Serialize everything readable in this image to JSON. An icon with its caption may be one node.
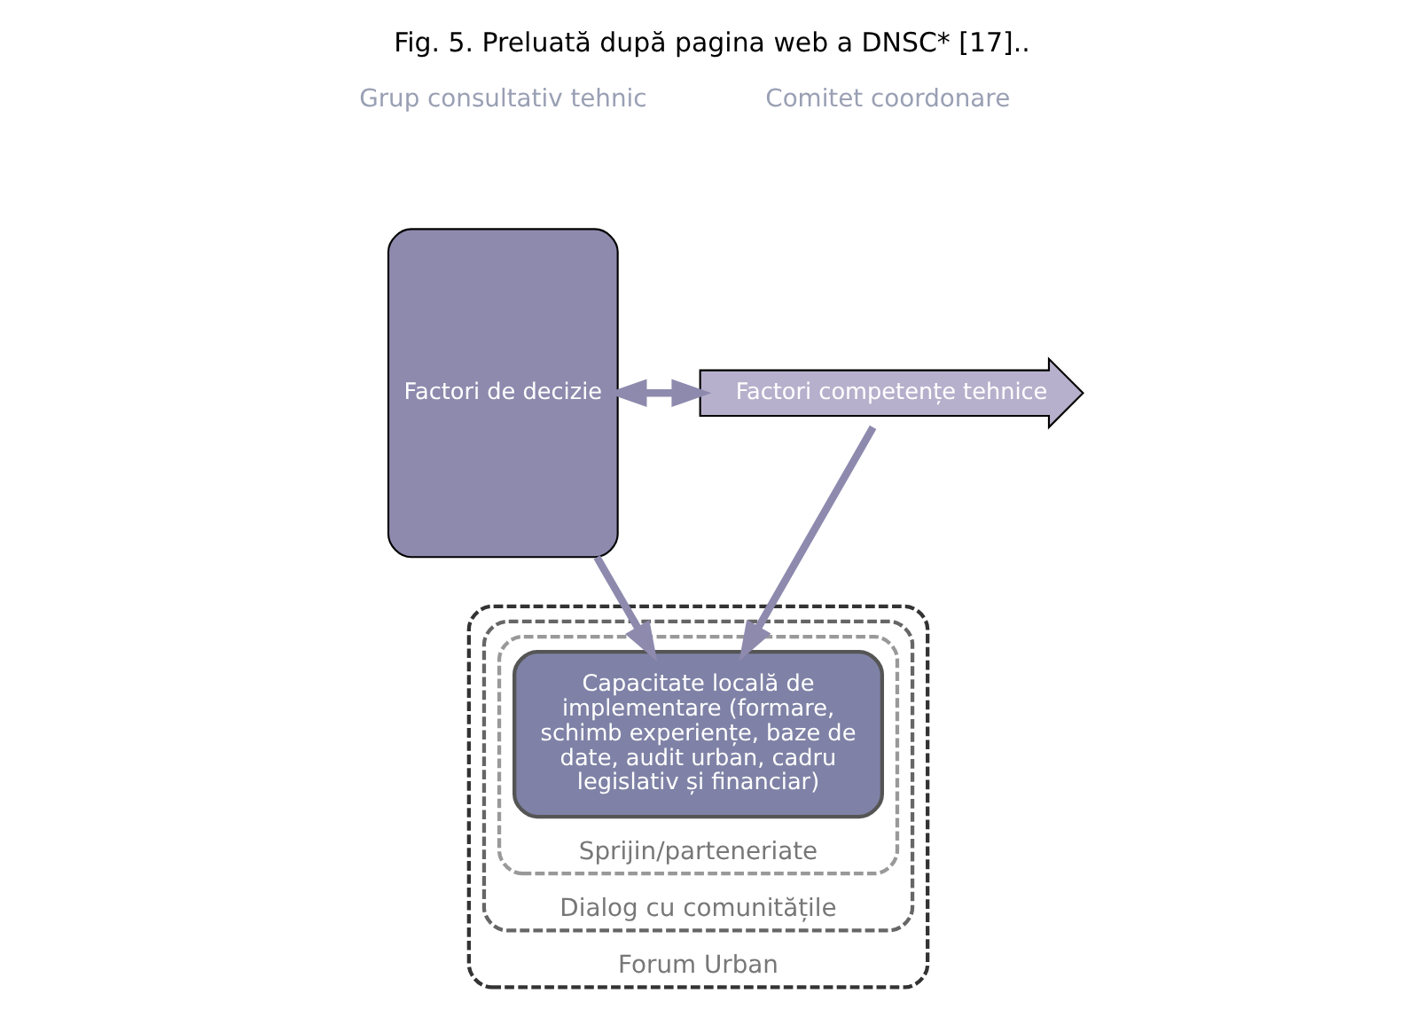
{
  "diagram": {
    "caption": "Fig. 5. Preluată după pagina web a DNSC* [17]..",
    "nodes": [
      {
        "text": [
          "Factori de decizie"
        ]
      },
      {
        "text": [
          "Factori competențe tehnice"
        ]
      },
      {
        "text": [
          "Forum Urban"
        ]
      },
      {
        "text": [
          "Dialog cu comunitățile"
        ],
        "in": 2
      },
      {
        "text": [
          "Sprijin/parteneriate"
        ],
        "in": 3
      },
      {
        "text": [
          "Capacitate locală de implementare (formare, schimb experiențe, baze de date, audit urban, cadru legislativ și financiar)"
        ],
        "in": 4
      }
    ],
    "edges": [
      {
        "from": 0,
        "to": 1,
        "arrow": "both"
      },
      {
        "from": 0,
        "to": 5,
        "arrow": "to"
      },
      {
        "from": 1,
        "to": 5,
        "arrow": "to"
      }
    ],
    "labels": [
      "Grup consultativ tehnic",
      "Comitet coordonare"
    ]
  }
}
